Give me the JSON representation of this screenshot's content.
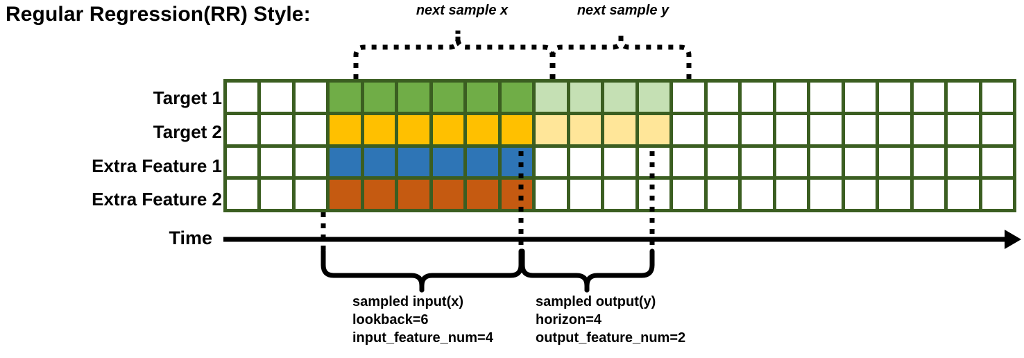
{
  "title": "Regular Regression(RR) Style:",
  "top_annotations": {
    "next_sample_x": "next sample x",
    "next_sample_y": "next sample y"
  },
  "axis": {
    "time_label": "Time",
    "arrow_icon": "right-arrow-icon"
  },
  "rows": [
    {
      "label": "Target 1",
      "color": "#70ad47",
      "light_color": "#c5e0b4"
    },
    {
      "label": "Target 2",
      "color": "#ffc000",
      "light_color": "#ffe699"
    },
    {
      "label": "Extra Feature 1",
      "color": "#2e75b6",
      "light_color": null
    },
    {
      "label": "Extra Feature 2",
      "color": "#c55a11",
      "light_color": null
    }
  ],
  "grid": {
    "total_columns": 23,
    "leading_blank_columns": 3,
    "lookback_columns": 6,
    "horizon_columns": 4,
    "trailing_blank_columns": 10,
    "border_color": "#3b5e21"
  },
  "chart_data": {
    "type": "heatmap",
    "title": "Regular Regression(RR) Style:",
    "columns": 23,
    "row_labels": [
      "Target 1",
      "Target 2",
      "Extra Feature 1",
      "Extra Feature 2"
    ],
    "cells": [
      [
        "blank",
        "blank",
        "blank",
        "green",
        "green",
        "green",
        "green",
        "green",
        "green",
        "green-light",
        "green-light",
        "green-light",
        "green-light",
        "blank",
        "blank",
        "blank",
        "blank",
        "blank",
        "blank",
        "blank",
        "blank",
        "blank",
        "blank"
      ],
      [
        "blank",
        "blank",
        "blank",
        "gold",
        "gold",
        "gold",
        "gold",
        "gold",
        "gold",
        "gold-light",
        "gold-light",
        "gold-light",
        "gold-light",
        "blank",
        "blank",
        "blank",
        "blank",
        "blank",
        "blank",
        "blank",
        "blank",
        "blank",
        "blank"
      ],
      [
        "blank",
        "blank",
        "blank",
        "blue",
        "blue",
        "blue",
        "blue",
        "blue",
        "blue",
        "blank",
        "blank",
        "blank",
        "blank",
        "blank",
        "blank",
        "blank",
        "blank",
        "blank",
        "blank",
        "blank",
        "blank",
        "blank",
        "blank"
      ],
      [
        "blank",
        "blank",
        "blank",
        "orange",
        "orange",
        "orange",
        "orange",
        "orange",
        "orange",
        "blank",
        "blank",
        "blank",
        "blank",
        "blank",
        "blank",
        "blank",
        "blank",
        "blank",
        "blank",
        "blank",
        "blank",
        "blank",
        "blank"
      ]
    ],
    "legend": [
      {
        "name": "green",
        "hex": "#70ad47"
      },
      {
        "name": "green-light",
        "hex": "#c5e0b4"
      },
      {
        "name": "gold",
        "hex": "#ffc000"
      },
      {
        "name": "gold-light",
        "hex": "#ffe699"
      },
      {
        "name": "blue",
        "hex": "#2e75b6"
      },
      {
        "name": "orange",
        "hex": "#c55a11"
      }
    ],
    "annotations": [
      {
        "text": "next sample x",
        "span_columns": [
          3,
          9
        ]
      },
      {
        "text": "next sample y",
        "span_columns": [
          9,
          13
        ]
      },
      {
        "text": "sampled input(x) lookback=6 input_feature_num=4",
        "span_columns": [
          3,
          9
        ]
      },
      {
        "text": "sampled output(y) horizon=4 output_feature_num=2",
        "span_columns": [
          9,
          13
        ]
      }
    ],
    "xlabel": "Time",
    "ylabel": "",
    "grid": true
  },
  "bottom_notes": {
    "input": {
      "line1": "sampled input(x)",
      "line2": "lookback=6",
      "line3": "input_feature_num=4"
    },
    "output": {
      "line1": "sampled output(y)",
      "line2": "horizon=4",
      "line3": "output_feature_num=2"
    }
  }
}
